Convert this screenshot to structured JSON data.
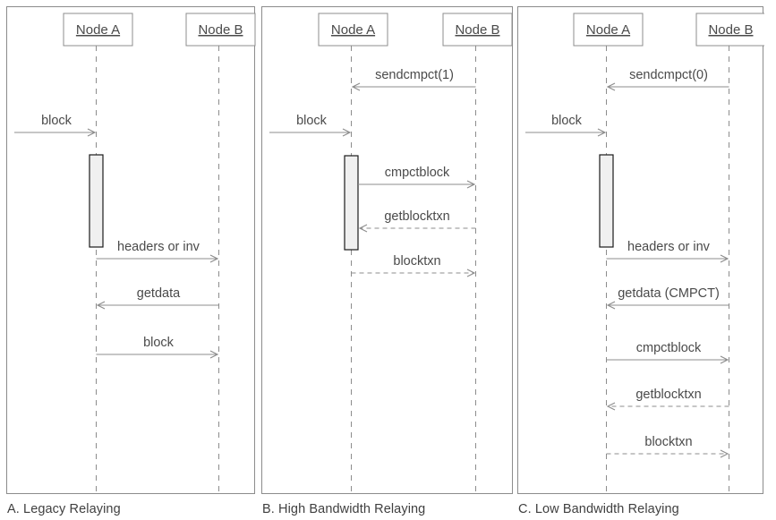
{
  "figure": {
    "title": "Bitcoin compact block relay sequence diagrams",
    "background_color": "#ffffff",
    "line_color": "#8c8c8c",
    "text_color": "#4a4a4a",
    "activation_fill": "#f0f0f0"
  },
  "panels": [
    {
      "id": "A",
      "caption": "A. Legacy Relaying",
      "actors": [
        {
          "name": "node-a",
          "label": "Node A"
        },
        {
          "name": "node-b",
          "label": "Node B"
        }
      ],
      "messages": [
        {
          "label": "block",
          "from": "external",
          "to": "node-a",
          "style": "solid",
          "direction": "right"
        },
        {
          "label": "headers or inv",
          "from": "node-a",
          "to": "node-b",
          "style": "solid",
          "direction": "right"
        },
        {
          "label": "getdata",
          "from": "node-b",
          "to": "node-a",
          "style": "solid",
          "direction": "left"
        },
        {
          "label": "block",
          "from": "node-a",
          "to": "node-b",
          "style": "solid",
          "direction": "right"
        }
      ]
    },
    {
      "id": "B",
      "caption": "B. High Bandwidth Relaying",
      "actors": [
        {
          "name": "node-a",
          "label": "Node A"
        },
        {
          "name": "node-b",
          "label": "Node B"
        }
      ],
      "messages": [
        {
          "label": "sendcmpct(1)",
          "from": "node-b",
          "to": "node-a",
          "style": "solid",
          "direction": "left"
        },
        {
          "label": "block",
          "from": "external",
          "to": "node-a",
          "style": "solid",
          "direction": "right"
        },
        {
          "label": "cmpctblock",
          "from": "node-a",
          "to": "node-b",
          "style": "solid",
          "direction": "right"
        },
        {
          "label": "getblocktxn",
          "from": "node-b",
          "to": "node-a",
          "style": "dashed",
          "direction": "left"
        },
        {
          "label": "blocktxn",
          "from": "node-a",
          "to": "node-b",
          "style": "dashed",
          "direction": "right"
        }
      ]
    },
    {
      "id": "C",
      "caption": "C. Low Bandwidth Relaying",
      "actors": [
        {
          "name": "node-a",
          "label": "Node A"
        },
        {
          "name": "node-b",
          "label": "Node B"
        }
      ],
      "messages": [
        {
          "label": "sendcmpct(0)",
          "from": "node-b",
          "to": "node-a",
          "style": "solid",
          "direction": "left"
        },
        {
          "label": "block",
          "from": "external",
          "to": "node-a",
          "style": "solid",
          "direction": "right"
        },
        {
          "label": "headers or inv",
          "from": "node-a",
          "to": "node-b",
          "style": "solid",
          "direction": "right"
        },
        {
          "label": "getdata (CMPCT)",
          "from": "node-b",
          "to": "node-a",
          "style": "solid",
          "direction": "left"
        },
        {
          "label": "cmpctblock",
          "from": "node-a",
          "to": "node-b",
          "style": "solid",
          "direction": "right"
        },
        {
          "label": "getblocktxn",
          "from": "node-b",
          "to": "node-a",
          "style": "dashed",
          "direction": "left"
        },
        {
          "label": "blocktxn",
          "from": "node-a",
          "to": "node-b",
          "style": "dashed",
          "direction": "right"
        }
      ]
    }
  ]
}
